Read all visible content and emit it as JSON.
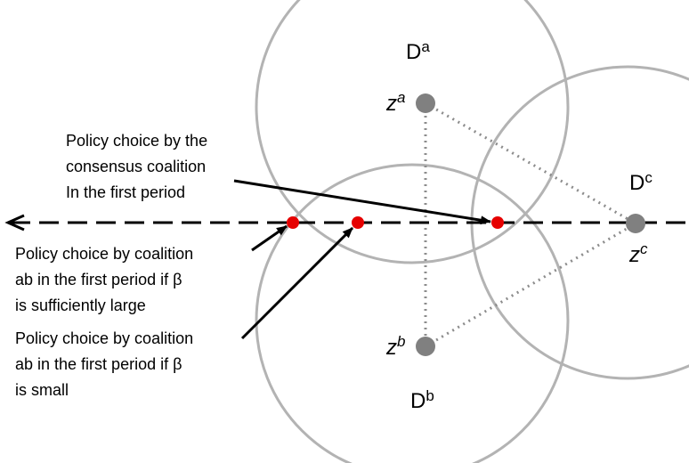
{
  "colors": {
    "circle": "#b3b3b3",
    "ideal_point": "#808080",
    "policy_point": "#e60000",
    "line": "#000000",
    "dotted": "#8c8c8c"
  },
  "sets": {
    "a": {
      "name": "D",
      "sup": "a"
    },
    "b": {
      "name": "D",
      "sup": "b"
    },
    "c": {
      "name": "D",
      "sup": "c"
    }
  },
  "ideal_points": {
    "a": {
      "name": "z",
      "sup": "a"
    },
    "b": {
      "name": "z",
      "sup": "b"
    },
    "c": {
      "name": "z",
      "sup": "c"
    }
  },
  "annotations": {
    "consensus": [
      "Policy choice by the",
      "consensus coalition",
      "In the first period"
    ],
    "large_beta": [
      "Policy choice by coalition",
      "ab in the first period if β",
      "is sufficiently large"
    ],
    "small_beta": [
      "Policy choice by coalition",
      "ab in the first period if β",
      "is small"
    ]
  }
}
